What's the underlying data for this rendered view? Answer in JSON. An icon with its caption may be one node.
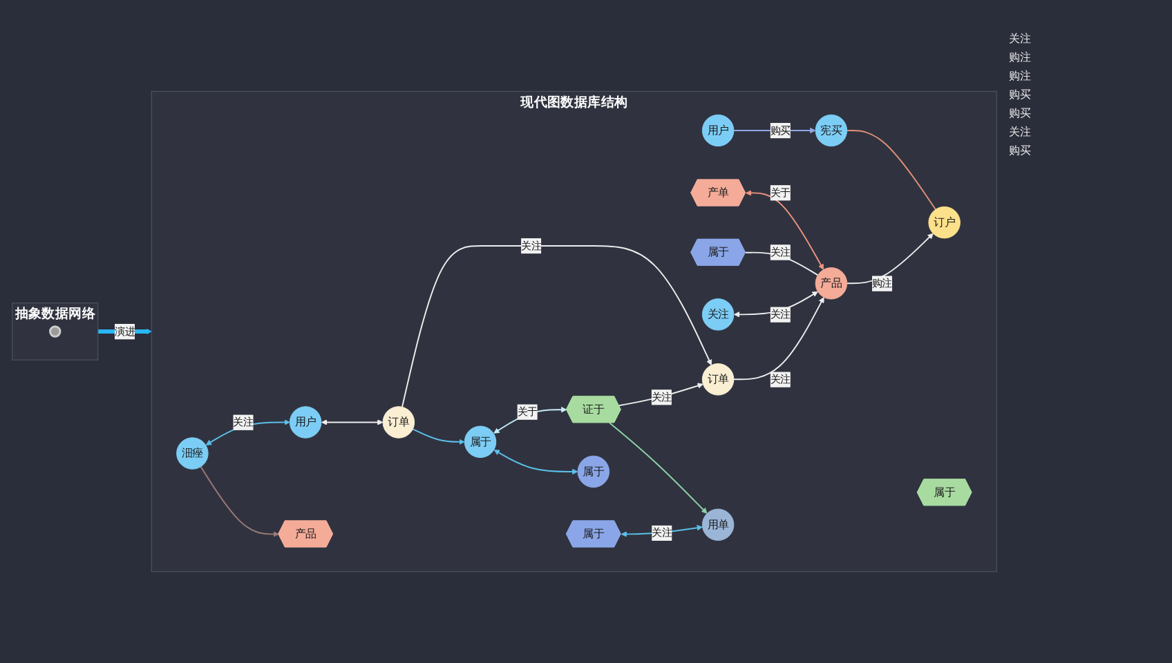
{
  "diagram": {
    "nodes": [
      {
        "text": [
          "抽象数据网络"
        ]
      },
      {
        "text": [],
        "shape": "circle",
        "in": 0
      },
      {
        "text": [
          "现代图数据库结构"
        ]
      },
      {
        "text": [
          "用户"
        ],
        "in": 2
      },
      {
        "text": [
          "宪买"
        ],
        "in": 2
      },
      {
        "text": [
          "产单"
        ],
        "in": 2
      },
      {
        "text": [
          "订户"
        ],
        "in": 2
      },
      {
        "text": [
          "沺痤"
        ],
        "in": 2
      },
      {
        "text": [
          "属于"
        ],
        "in": 2
      },
      {
        "text": [
          "产品"
        ],
        "in": 2
      },
      {
        "text": [
          "用户"
        ],
        "in": 2
      },
      {
        "text": [
          "产品"
        ],
        "in": 2
      },
      {
        "text": [
          "关注"
        ],
        "in": 2
      },
      {
        "text": [
          "订单"
        ],
        "in": 2
      },
      {
        "text": [
          "订单"
        ],
        "in": 2
      },
      {
        "text": [
          "属于"
        ],
        "in": 2
      },
      {
        "text": [
          "属于"
        ],
        "in": 2
      },
      {
        "text": [
          "用单"
        ],
        "in": 2
      },
      {
        "text": [
          "属于"
        ],
        "in": 2
      },
      {
        "text": [
          "证于"
        ],
        "in": 2
      },
      {
        "text": [
          "属于"
        ],
        "in": 2
      }
    ],
    "edges": [
      {
        "from": 0,
        "to": 2,
        "arrow": "to",
        "label": "演进",
        "style": "thick",
        "color": "#29b6f6"
      },
      {
        "from": 3,
        "to": 4,
        "arrow": "to",
        "label": "购买",
        "color": "#8fa8e8"
      },
      {
        "from": 4,
        "to": 6,
        "arrow": "none",
        "color": "#e0907a"
      },
      {
        "from": 5,
        "to": 9,
        "arrow": "both",
        "label": "关于",
        "color": "#f0937f"
      },
      {
        "from": 9,
        "to": 6,
        "arrow": "to",
        "label": "购注"
      },
      {
        "from": 8,
        "to": 9,
        "arrow": "none",
        "label": "关注"
      },
      {
        "from": 12,
        "to": 9,
        "arrow": "both",
        "label": "关注"
      },
      {
        "from": 13,
        "to": 9,
        "arrow": "to",
        "label": "关注"
      },
      {
        "from": 7,
        "to": 10,
        "arrow": "both",
        "label": "关注",
        "color": "#5bc0eb"
      },
      {
        "from": 7,
        "to": 11,
        "arrow": "to",
        "color": "#9b7a78"
      },
      {
        "from": 10,
        "to": 14,
        "arrow": "both"
      },
      {
        "from": 14,
        "to": 13,
        "arrow": "to",
        "label": "关注"
      },
      {
        "from": 14,
        "to": 15,
        "arrow": "to",
        "color": "#5bc0eb"
      },
      {
        "from": 19,
        "to": 13,
        "arrow": "to",
        "label": "关注"
      },
      {
        "from": 19,
        "to": 17,
        "arrow": "to",
        "color": "#8fd1a8"
      },
      {
        "from": 18,
        "to": 17,
        "arrow": "both",
        "label": "关注",
        "color": "#5bc0eb"
      },
      {
        "from": 15,
        "to": 19,
        "arrow": "both",
        "label": "关于",
        "color": "#c8ecff"
      },
      {
        "from": 15,
        "to": 20,
        "arrow": "both",
        "color": "#5bc0eb"
      }
    ],
    "labels": [
      "关注",
      "购注",
      "购注",
      "购买",
      "购买",
      "关注",
      "购买"
    ]
  }
}
